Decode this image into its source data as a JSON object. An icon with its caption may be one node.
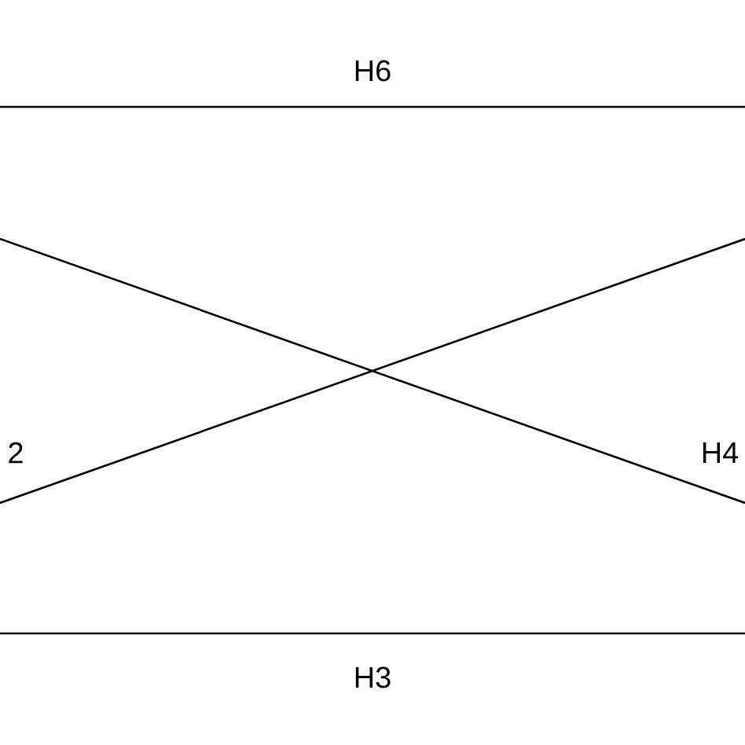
{
  "diagram": {
    "labels": [
      "H6",
      "2",
      "H4",
      "H3"
    ]
  }
}
